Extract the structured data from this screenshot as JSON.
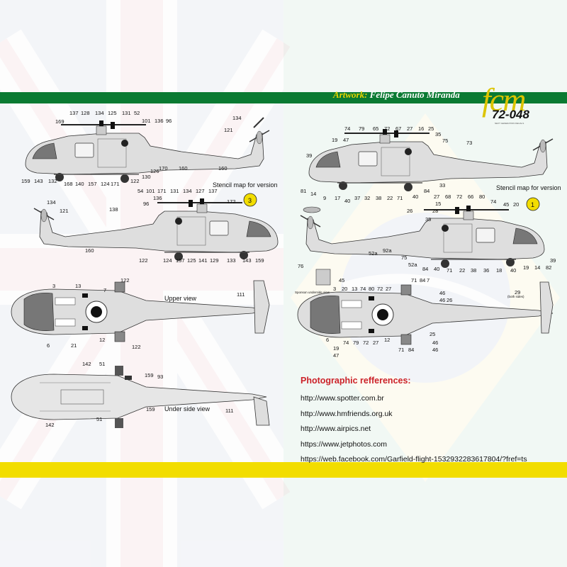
{
  "header": {
    "artwork_label": "Artwork:",
    "artwork_author": "Felipe Canuto Miranda",
    "logo_mark": "fcm",
    "logo_number": "72-048",
    "logo_tagline": "NEXT GENERATION DECALS"
  },
  "left_panel": {
    "stencil_label": "Stencil map for version",
    "version_number": "3",
    "upper_view_label": "Upper view",
    "under_view_label": "Under side view",
    "callouts": {
      "side_top": [
        "137",
        "128",
        "134",
        "125",
        "131",
        "52",
        "169",
        "101",
        "136",
        "96",
        "134",
        "121",
        "159",
        "143",
        "132",
        "168",
        "140",
        "157",
        "124",
        "171",
        "122",
        "130",
        "126",
        "170",
        "160",
        "160"
      ],
      "side_bottom": [
        "54",
        "101",
        "171",
        "131",
        "134",
        "127",
        "137",
        "96",
        "136",
        "138",
        "172",
        "134",
        "121",
        "160",
        "122",
        "124",
        "157",
        "125",
        "141",
        "129",
        "133",
        "143",
        "159"
      ],
      "upper": [
        "3",
        "13",
        "7",
        "122",
        "111",
        "6",
        "21",
        "12",
        "122"
      ],
      "under": [
        "142",
        "51",
        "159",
        "93",
        "111",
        "142",
        "51",
        "159"
      ]
    }
  },
  "right_panel": {
    "stencil_label": "Stencil map for version",
    "version_number": "1",
    "underside_note": "Sponson underside view",
    "both_sides_note": "(both sides)",
    "callouts": {
      "side_top": [
        "74",
        "79",
        "65",
        "72",
        "67",
        "27",
        "16",
        "25",
        "19",
        "47",
        "35",
        "75",
        "73",
        "39",
        "81",
        "14",
        "9",
        "17",
        "40",
        "37",
        "32",
        "38",
        "22",
        "71",
        "40",
        "84",
        "33"
      ],
      "side_bottom": [
        "15",
        "35",
        "27",
        "68",
        "72",
        "66",
        "80",
        "74",
        "45",
        "20",
        "26",
        "28",
        "52a",
        "92a",
        "52a",
        "75",
        "84",
        "40",
        "71",
        "22",
        "38",
        "36",
        "18",
        "40",
        "19",
        "14",
        "82",
        "39"
      ],
      "upper": [
        "76",
        "45",
        "3",
        "20",
        "13",
        "74",
        "80",
        "72",
        "27",
        "71",
        "84",
        "7",
        "46",
        "46",
        "26",
        "29",
        "6",
        "19",
        "47",
        "74",
        "79",
        "72",
        "27",
        "12",
        "71",
        "84",
        "25",
        "46",
        "46"
      ]
    }
  },
  "references": {
    "title": "Photographic refferences:",
    "links": [
      "http://www.spotter.com.br",
      "http://www.hmfriends.org.uk",
      "http://www.airpics.net",
      "https://www.jetphotos.com",
      "https://web.facebook.com/Garfield-flight-1532932283617804/?fref=ts"
    ]
  },
  "colors": {
    "green_bar": "#0a7a32",
    "yellow_bar": "#f2dd00",
    "credit_label": "#e9d400",
    "references_title": "#cc2229",
    "version_badge": "#f2dd00"
  }
}
